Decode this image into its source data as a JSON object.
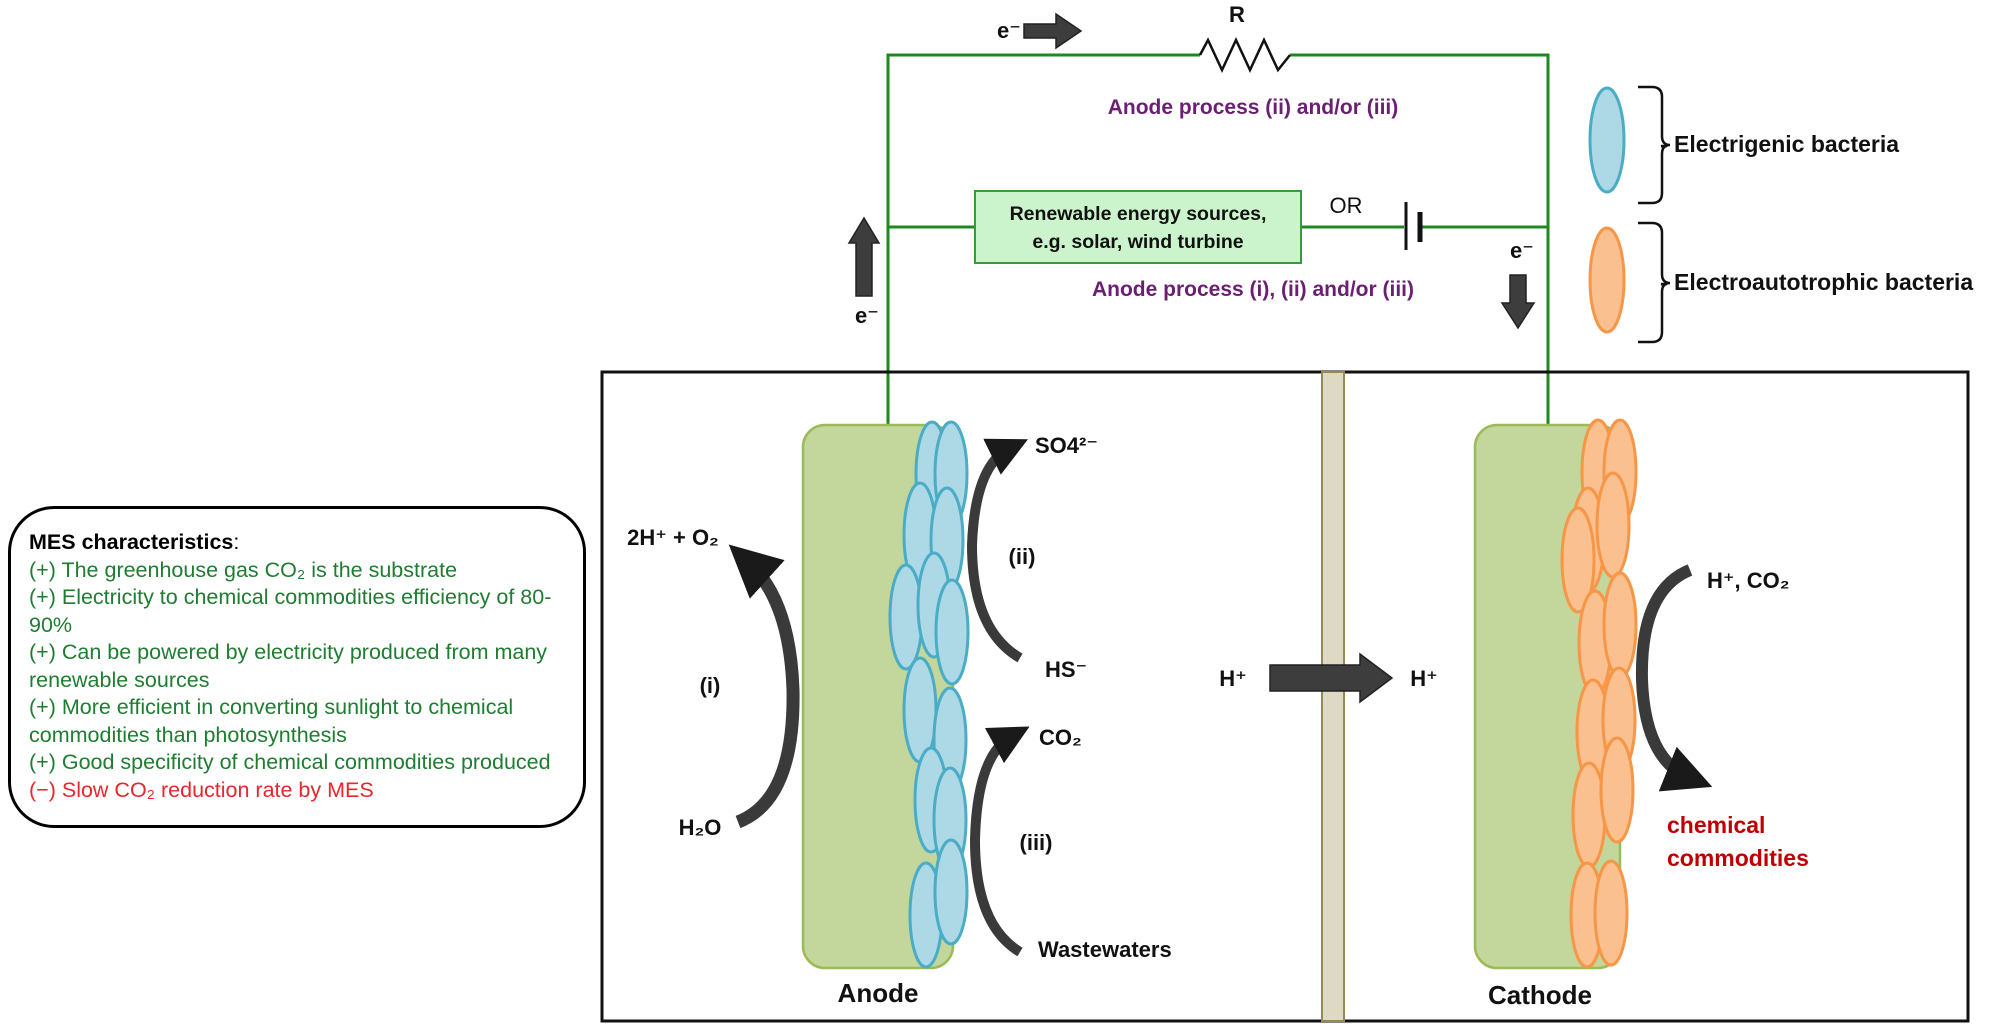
{
  "circuit": {
    "electron_symbol": "e⁻",
    "resistor_label": "R",
    "or_label": "OR",
    "anode_process_top": "Anode process (ii) and/or (iii)",
    "anode_process_bottom": "Anode process (i), (ii) and/or (iii)",
    "renewable_box_line1": "Renewable energy sources,",
    "renewable_box_line2": "e.g. solar, wind turbine"
  },
  "legend": {
    "electrigenic": "- Electrigenic bacteria",
    "electroautotrophic": "- Electroautotrophic bacteria"
  },
  "anode_chamber": {
    "label": "Anode",
    "water": "H₂O",
    "oxygen_products": "2H⁺ + O₂",
    "process_i": "(i)",
    "process_ii": "(ii)",
    "process_iii": "(iii)",
    "sulfate": "SO4²⁻",
    "sulfide": "HS⁻",
    "co2": "CO₂",
    "wastewaters": "Wastewaters"
  },
  "membrane": {
    "proton_left": "H⁺",
    "proton_right": "H⁺"
  },
  "cathode_chamber": {
    "label": "Cathode",
    "inputs": "H⁺, CO₂",
    "product_line1": "chemical",
    "product_line2": "commodities"
  },
  "mes_characteristics": {
    "title": "MES characteristics",
    "title_suffix": ":",
    "items": [
      {
        "text": "(+) The greenhouse gas CO₂ is the substrate",
        "kind": "positive"
      },
      {
        "text": "(+) Electricity to chemical commodities efficiency of 80-90%",
        "kind": "positive"
      },
      {
        "text": "(+) Can be powered by electricity produced from many renewable sources",
        "kind": "positive"
      },
      {
        "text": "(+) More efficient in converting sunlight to chemical commodities than photosynthesis",
        "kind": "positive"
      },
      {
        "text": "(+) Good specificity of chemical commodities produced",
        "kind": "positive"
      },
      {
        "text": "(−) Slow CO₂ reduction rate by MES",
        "kind": "negative"
      }
    ]
  },
  "colors": {
    "wire": "#1e8a1e",
    "electrode": "#c3d69b",
    "electrigenic_fill": "#add8e6",
    "electrigenic_stroke": "#4bacc6",
    "electroautotrophic_fill": "#fac08f",
    "electroautotrophic_stroke": "#f79646",
    "membrane": "#ddd9c3",
    "process_label": "#6b1f72",
    "product_label": "#c00000",
    "positive_text": "#1e7d30",
    "negative_text": "#e8262c"
  }
}
